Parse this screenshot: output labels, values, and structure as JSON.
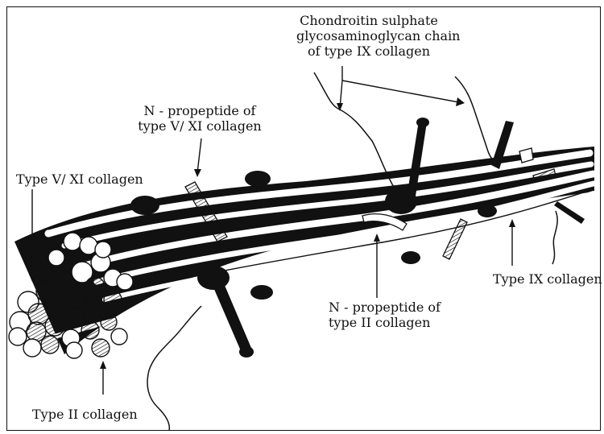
{
  "labels": {
    "chondroitin_line1": "Chondroitin sulphate",
    "chondroitin_line2": "glycosaminoglycan chain",
    "chondroitin_line3": "of type IX collagen",
    "n_propeptide_v_line1": "N - propeptide of",
    "n_propeptide_v_line2": "type V/ XI collagen",
    "type_v_xi": "Type V/ XI collagen",
    "type_ix": "Type IX collagen",
    "n_propeptide_ii_line1": "N - propeptide of",
    "n_propeptide_ii_line2": "type II collagen",
    "type_ii": "Type II collagen"
  }
}
